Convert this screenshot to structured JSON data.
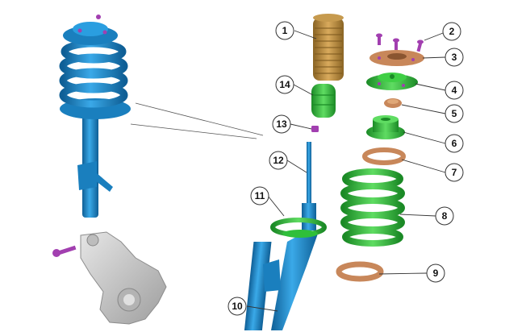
{
  "colors": {
    "strut_blue": "#1f8fd0",
    "strut_blue_dark": "#0f5f96",
    "spring_blue": "#2a9ee0",
    "spring_green": "#2fbf3a",
    "spring_green_dark": "#1b8a26",
    "boot_brown": "#b58a3c",
    "seat_copper": "#c8875a",
    "bolt_purple": "#a23fb0",
    "knuckle_gray": "#c9c9c9",
    "callout_stroke": "#333333"
  },
  "callouts": [
    {
      "id": "c1",
      "label": "1"
    },
    {
      "id": "c2",
      "label": "2"
    },
    {
      "id": "c3",
      "label": "3"
    },
    {
      "id": "c4",
      "label": "4"
    },
    {
      "id": "c5",
      "label": "5"
    },
    {
      "id": "c6",
      "label": "6"
    },
    {
      "id": "c7",
      "label": "7"
    },
    {
      "id": "c8",
      "label": "8"
    },
    {
      "id": "c9",
      "label": "9"
    },
    {
      "id": "c10",
      "label": "10"
    },
    {
      "id": "c11",
      "label": "11"
    },
    {
      "id": "c12",
      "label": "12"
    },
    {
      "id": "c13",
      "label": "13"
    },
    {
      "id": "c14",
      "label": "14"
    }
  ]
}
